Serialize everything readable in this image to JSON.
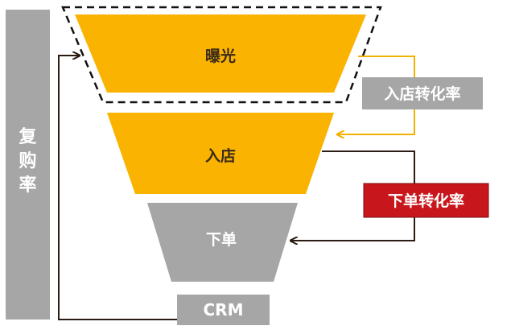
{
  "funnel": {
    "stage1": "曝光",
    "stage2": "入店",
    "stage3": "下单",
    "base": "CRM"
  },
  "side_bar": {
    "label_chars": [
      "复",
      "购",
      "率"
    ]
  },
  "badges": {
    "store_conversion": "入店转化率",
    "order_conversion": "下单转化率"
  },
  "colors": {
    "orange": "#F9B300",
    "gray": "#A6A6A6",
    "red": "#C8161D",
    "arrow_orange": "#F2B100",
    "arrow_dark": "#2B1B12"
  }
}
